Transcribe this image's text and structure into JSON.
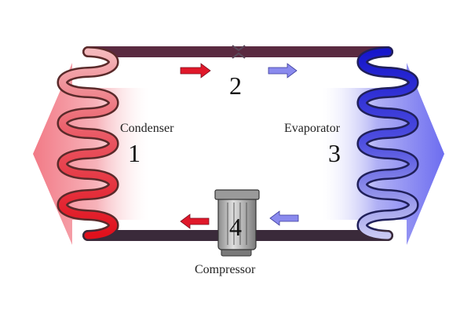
{
  "labels": {
    "condenser": "Condenser",
    "evaporator": "Evaporator",
    "compressor": "Compressor"
  },
  "numbers": {
    "condenser": "1",
    "expansion": "2",
    "evaporator": "3",
    "compressor": "4"
  },
  "colors": {
    "hot": "#e0101a",
    "warm": "#f2b8bc",
    "cold": "#1a1ad8",
    "cool": "#c8c8f2",
    "arrow_hot": "#f08088",
    "arrow_cold": "#7878e8",
    "compressor_body": "#a0a0a0"
  },
  "icons": {
    "compressor": "compressor-icon",
    "flow_arrows": "arrow-right-icon, arrow-left-icon",
    "heat_out": "heat-release-arrow-icon",
    "heat_in": "heat-absorb-arrow-icon"
  }
}
